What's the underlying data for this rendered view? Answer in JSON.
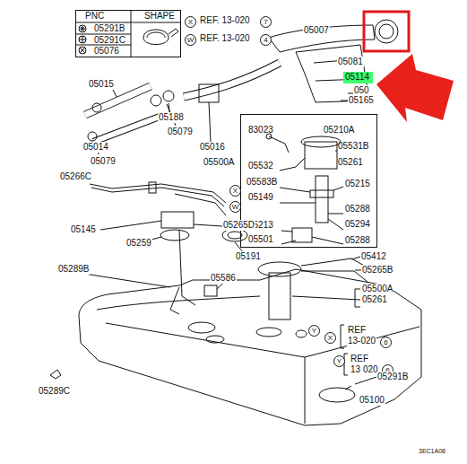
{
  "diagram": {
    "nodes": [
      {
        "text": [
          "PNC",
          "SHAPE",
          "05291B",
          "05291C",
          "05076"
        ]
      },
      {
        "text": [
          "83023",
          "05210A",
          "05531B",
          "05261",
          "05532",
          "05583B",
          "05215",
          "05149",
          "05288",
          "05213",
          "05294",
          "05501",
          "05288"
        ]
      },
      {
        "text": [
          "05114"
        ]
      }
    ],
    "labels": [
      "X",
      "REF. 13-020",
      "7",
      "W",
      "REF. 13-020",
      "4",
      "05007",
      "05081",
      "050",
      "05165",
      "05015",
      "05188",
      "05079",
      "05014",
      "05079",
      "05016",
      "05500A",
      "05266C",
      "X",
      "W",
      "05265D",
      "05145",
      "05259",
      "05191",
      "05412",
      "05586",
      "05265B",
      "05500A",
      "05261",
      "05289B",
      "Y",
      "X",
      "REF",
      "13-020",
      "6",
      "Y",
      "REF",
      "13 020",
      "6",
      "05291B",
      "05289C",
      "05100",
      "3EC1A08"
    ]
  }
}
